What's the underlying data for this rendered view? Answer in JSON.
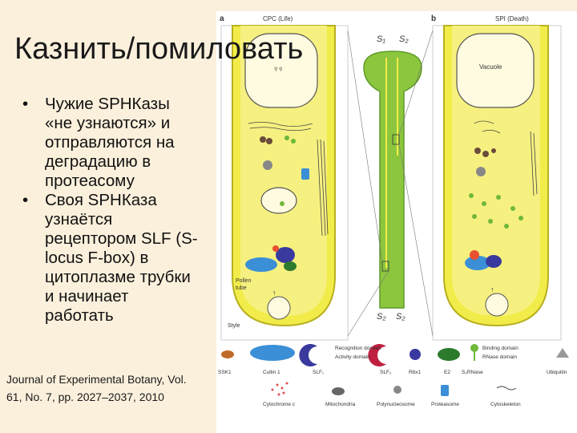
{
  "slide": {
    "title": "Казнить/помиловать",
    "bullets": [
      {
        "lines": [
          "Чужие SPHКазы",
          "«не узнаются» и",
          "отправляются на",
          "деградацию в",
          "протеасому"
        ]
      },
      {
        "lines": [
          "Своя SPHКаза",
          "узнаётся",
          "рецептором SLF (S-",
          "locus F-box)  в",
          "цитоплазме трубки",
          "и начинает",
          "работать"
        ]
      }
    ],
    "bullet_symbol": "•",
    "citation_lines": [
      "Journal of Experimental Botany, Vol.",
      "61, No. 7, pp. 2027–2037, 2010"
    ]
  },
  "figure": {
    "panel_a": {
      "letter": "a",
      "title": "CPC (Life)"
    },
    "panel_b": {
      "letter": "b",
      "title": "SPI (Death)"
    },
    "s_top": [
      "S₁",
      "S₂"
    ],
    "s_bottom": [
      "S₂",
      "S₂"
    ],
    "labels": {
      "vacuole": "Vacuole",
      "pollen_tube": [
        "Pollen",
        "tube"
      ],
      "style": "Style"
    },
    "legend_row1": [
      {
        "label": "SSK1",
        "icon": "ssk1-icon"
      },
      {
        "label": "Cullin 1",
        "icon": "cullin-icon"
      },
      {
        "label": "SLF₁",
        "icon": "slf1-icon"
      },
      {
        "label": "SLF₂",
        "icon": "slf2-icon"
      },
      {
        "label": "Rbx1",
        "icon": "rbx1-icon"
      },
      {
        "label": "E2",
        "icon": "e2-icon"
      },
      {
        "label": "S₂RNase",
        "icon": "rnase-icon"
      },
      {
        "label": "Ubiquitin",
        "icon": "ubiquitin-icon"
      }
    ],
    "legend_domains": [
      "Recognition domain",
      "Activity domain",
      "Binding domain",
      "RNase domain"
    ],
    "legend_row2": [
      {
        "label": "Cytochrome c",
        "icon": "cytochrome-icon"
      },
      {
        "label": "Mitochondria",
        "icon": "mitochondria-icon"
      },
      {
        "label": "Polynucleosome",
        "icon": "polynucleosome-icon"
      },
      {
        "label": "Proteasome",
        "icon": "proteasome-icon"
      },
      {
        "label": "Cytoskeleton",
        "icon": "cytoskeleton-icon"
      }
    ],
    "colors": {
      "tube_fill": "#f2ec4a",
      "tube_outline": "#b8b020",
      "style_green": "#8cc63e",
      "rnase": "#6fb83a",
      "cullin": "#3a8fd6",
      "slf": "#3a3a9e",
      "vacuole_bg": "#fffbe0"
    }
  }
}
